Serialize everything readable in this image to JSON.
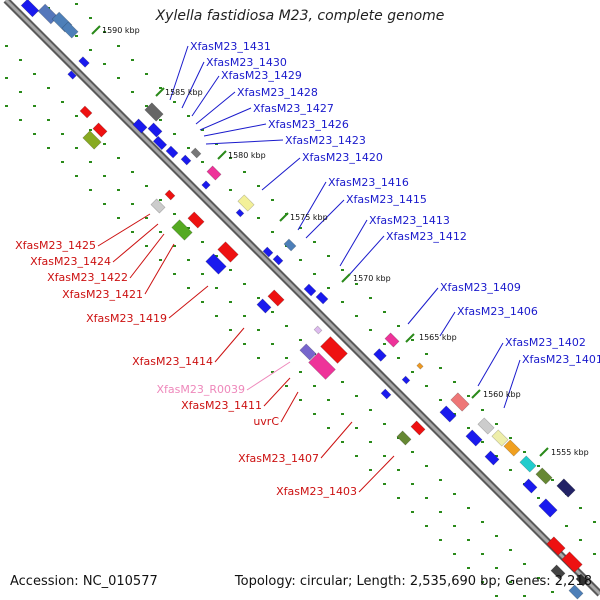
{
  "title": "Xylella fastidiosa M23, complete genome",
  "footer": {
    "accession": "Accession: NC_010577",
    "topology": "Topology: circular; Length: 2,535,690 bp; Genes: 2,218"
  },
  "colors": {
    "backbone": "#8c8c8c",
    "dots": "#2a8a1a",
    "forward_label": "#1a1acc",
    "reverse_label": "#cc1111",
    "rna_label": "#ee88bb"
  },
  "ticks": [
    "1590 kbp",
    "1585 kbp",
    "1580 kbp",
    "1575 kbp",
    "1570 kbp",
    "1565 kbp",
    "1560 kbp",
    "1555 kbp"
  ],
  "forward_genes": [
    "XfasM23_1431",
    "XfasM23_1430",
    "XfasM23_1429",
    "XfasM23_1428",
    "XfasM23_1427",
    "XfasM23_1426",
    "XfasM23_1423",
    "XfasM23_1420",
    "XfasM23_1416",
    "XfasM23_1415",
    "XfasM23_1413",
    "XfasM23_1412",
    "XfasM23_1409",
    "XfasM23_1406",
    "XfasM23_1402",
    "XfasM23_1401"
  ],
  "reverse_genes": [
    "XfasM23_1425",
    "XfasM23_1424",
    "XfasM23_1422",
    "XfasM23_1421",
    "XfasM23_1419",
    "XfasM23_1414",
    "XfasM23_R0039",
    "XfasM23_1411",
    "uvrC",
    "XfasM23_1407",
    "XfasM23_1403"
  ]
}
